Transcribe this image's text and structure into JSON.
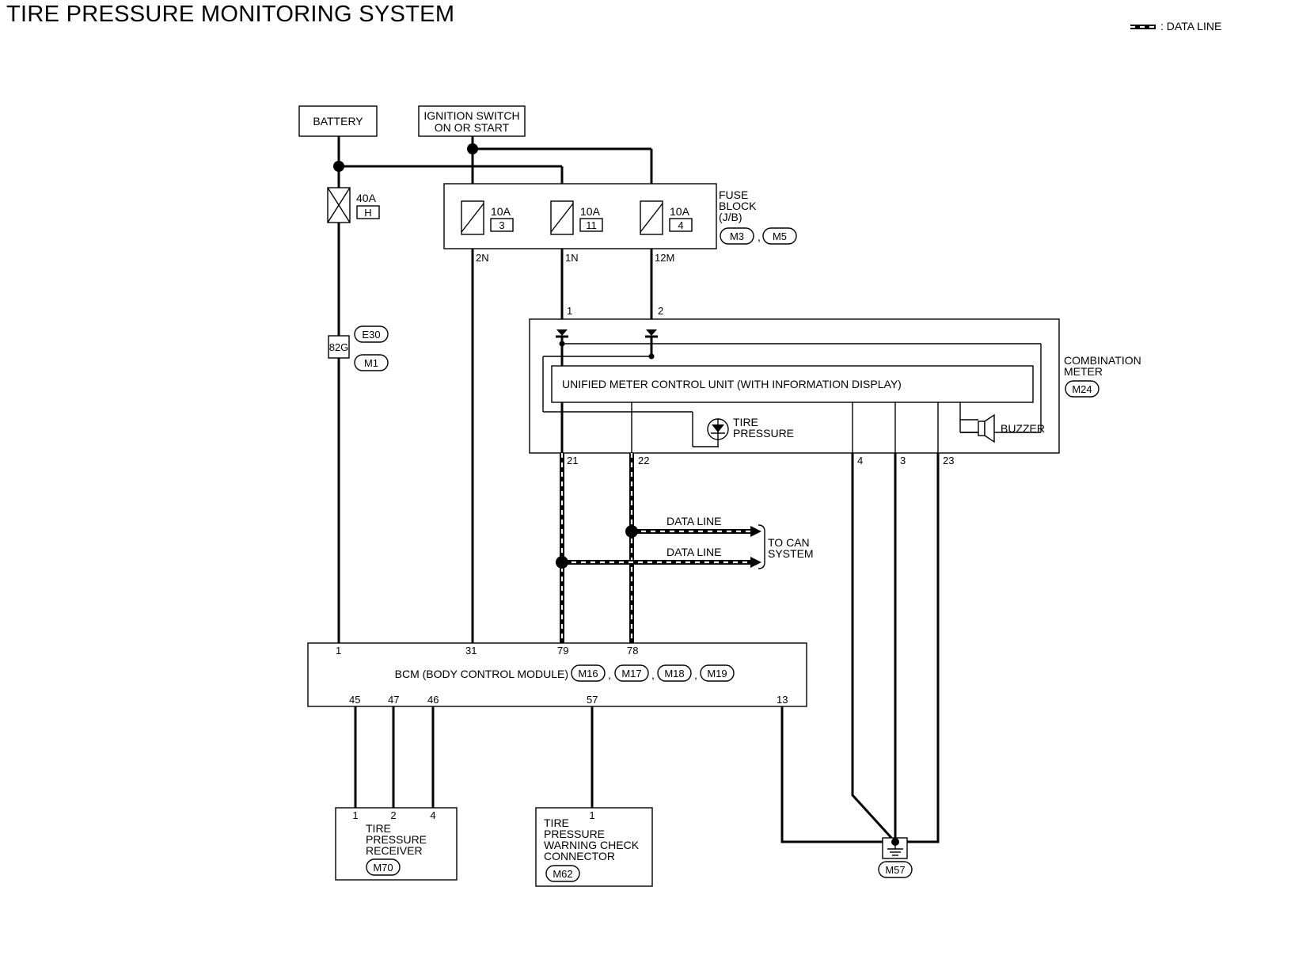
{
  "title": "TIRE PRESSURE MONITORING SYSTEM",
  "legend": {
    "label": ": DATA LINE"
  },
  "battery": {
    "label": "BATTERY"
  },
  "ignition": {
    "line1": "IGNITION SWITCH",
    "line2": "ON OR START"
  },
  "fusible_link": {
    "rating": "40A",
    "id": "H"
  },
  "fuse_block": {
    "label_lines": [
      "FUSE",
      "BLOCK",
      "(J/B)"
    ],
    "connectors": [
      "M3",
      "M5"
    ],
    "fuses": [
      {
        "rating": "10A",
        "number": "3",
        "terminal": "2N"
      },
      {
        "rating": "10A",
        "number": "11",
        "terminal": "1N"
      },
      {
        "rating": "10A",
        "number": "4",
        "terminal": "12M"
      }
    ]
  },
  "joint_connector": {
    "id": "82G",
    "connectors": [
      "E30",
      "M1"
    ]
  },
  "combination_meter": {
    "label_lines": [
      "COMBINATION",
      "METER"
    ],
    "connector": "M24",
    "unit_label": "UNIFIED METER CONTROL UNIT (WITH INFORMATION DISPLAY)",
    "tire_lamp_lines": [
      "TIRE",
      "PRESSURE"
    ],
    "buzzer": "BUZZER",
    "input_pins": [
      "1",
      "2"
    ],
    "output_pins": [
      "21",
      "22",
      "4",
      "3",
      "23"
    ]
  },
  "data_lines": {
    "label1": "DATA LINE",
    "label2": "DATA LINE",
    "to_can_lines": [
      "TO CAN",
      "SYSTEM"
    ]
  },
  "bcm": {
    "label": "BCM (BODY CONTROL MODULE)",
    "connectors": [
      "M16",
      "M17",
      "M18",
      "M19"
    ],
    "top_pins": [
      "1",
      "31",
      "79",
      "78"
    ],
    "bottom_pins": [
      "45",
      "47",
      "46",
      "57",
      "13"
    ]
  },
  "receiver": {
    "label_lines": [
      "TIRE",
      "PRESSURE",
      "RECEIVER"
    ],
    "connector": "M70",
    "pins": [
      "1",
      "2",
      "4"
    ]
  },
  "check_connector": {
    "label_lines": [
      "TIRE",
      "PRESSURE",
      "WARNING CHECK",
      "CONNECTOR"
    ],
    "connector": "M62",
    "pin": "1"
  },
  "ground": {
    "connector": "M57"
  }
}
